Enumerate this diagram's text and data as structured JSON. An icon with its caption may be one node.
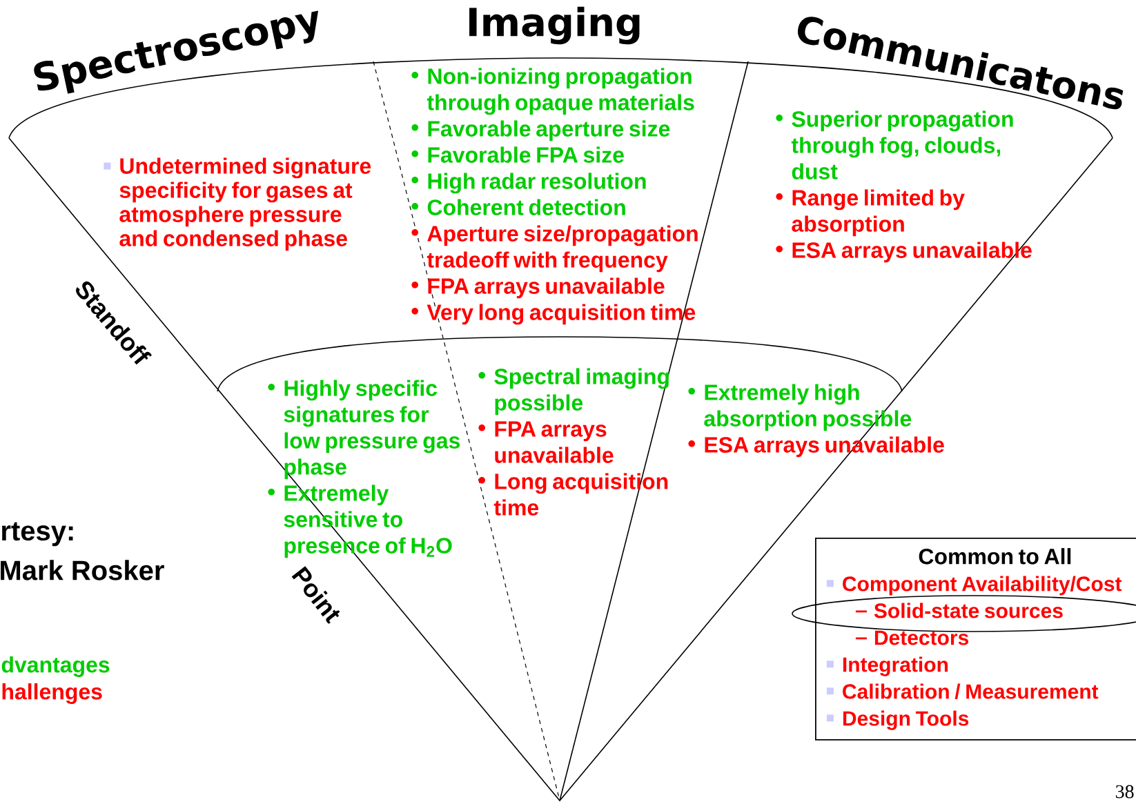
{
  "diagram": {
    "nodes": [
      {
        "text": [
          "Undetermined signature specificity for gases at atmosphere pressure and condensed phase"
        ]
      },
      {
        "text": [
          "Non-ionizing propagation through opaque materials",
          "Favorable aperture size",
          "Favorable FPA size",
          "High radar resolution",
          "Coherent detection",
          "Aperture size/propagation tradeoff with frequency",
          "FPA arrays unavailable",
          "Very long acquisition time"
        ]
      },
      {
        "text": [
          "Superior propagation through fog, clouds, dust",
          "Range limited by absorption",
          "ESA arrays unavailable"
        ]
      },
      {
        "text": [
          "Highly specific signatures for low pressure gas phase",
          "Extremely sensitive to presence of H$_{2}$O"
        ]
      },
      {
        "text": [
          "Spectral imaging possible",
          "FPA arrays unavailable",
          "Long acquisition time"
        ]
      },
      {
        "text": [
          "Extremely high absorption possible",
          "ESA arrays unavailable"
        ]
      },
      {
        "text": [
          "Common to All",
          "Component Availability/Cost",
          "Solid-state sources",
          "Detectors",
          "Integration",
          "Calibration / Measurement",
          "Design Tools"
        ]
      }
    ],
    "labels": [
      "Spectroscopy",
      "Imaging",
      "Communicatons",
      "Standoff",
      "Point",
      "rtesy:",
      "Mark Rosker",
      "38"
    ],
    "legend": [
      {
        "text": "dvantages",
        "color": "#00cc00"
      },
      {
        "text": "hallenges",
        "color": "#ff0000"
      }
    ]
  }
}
